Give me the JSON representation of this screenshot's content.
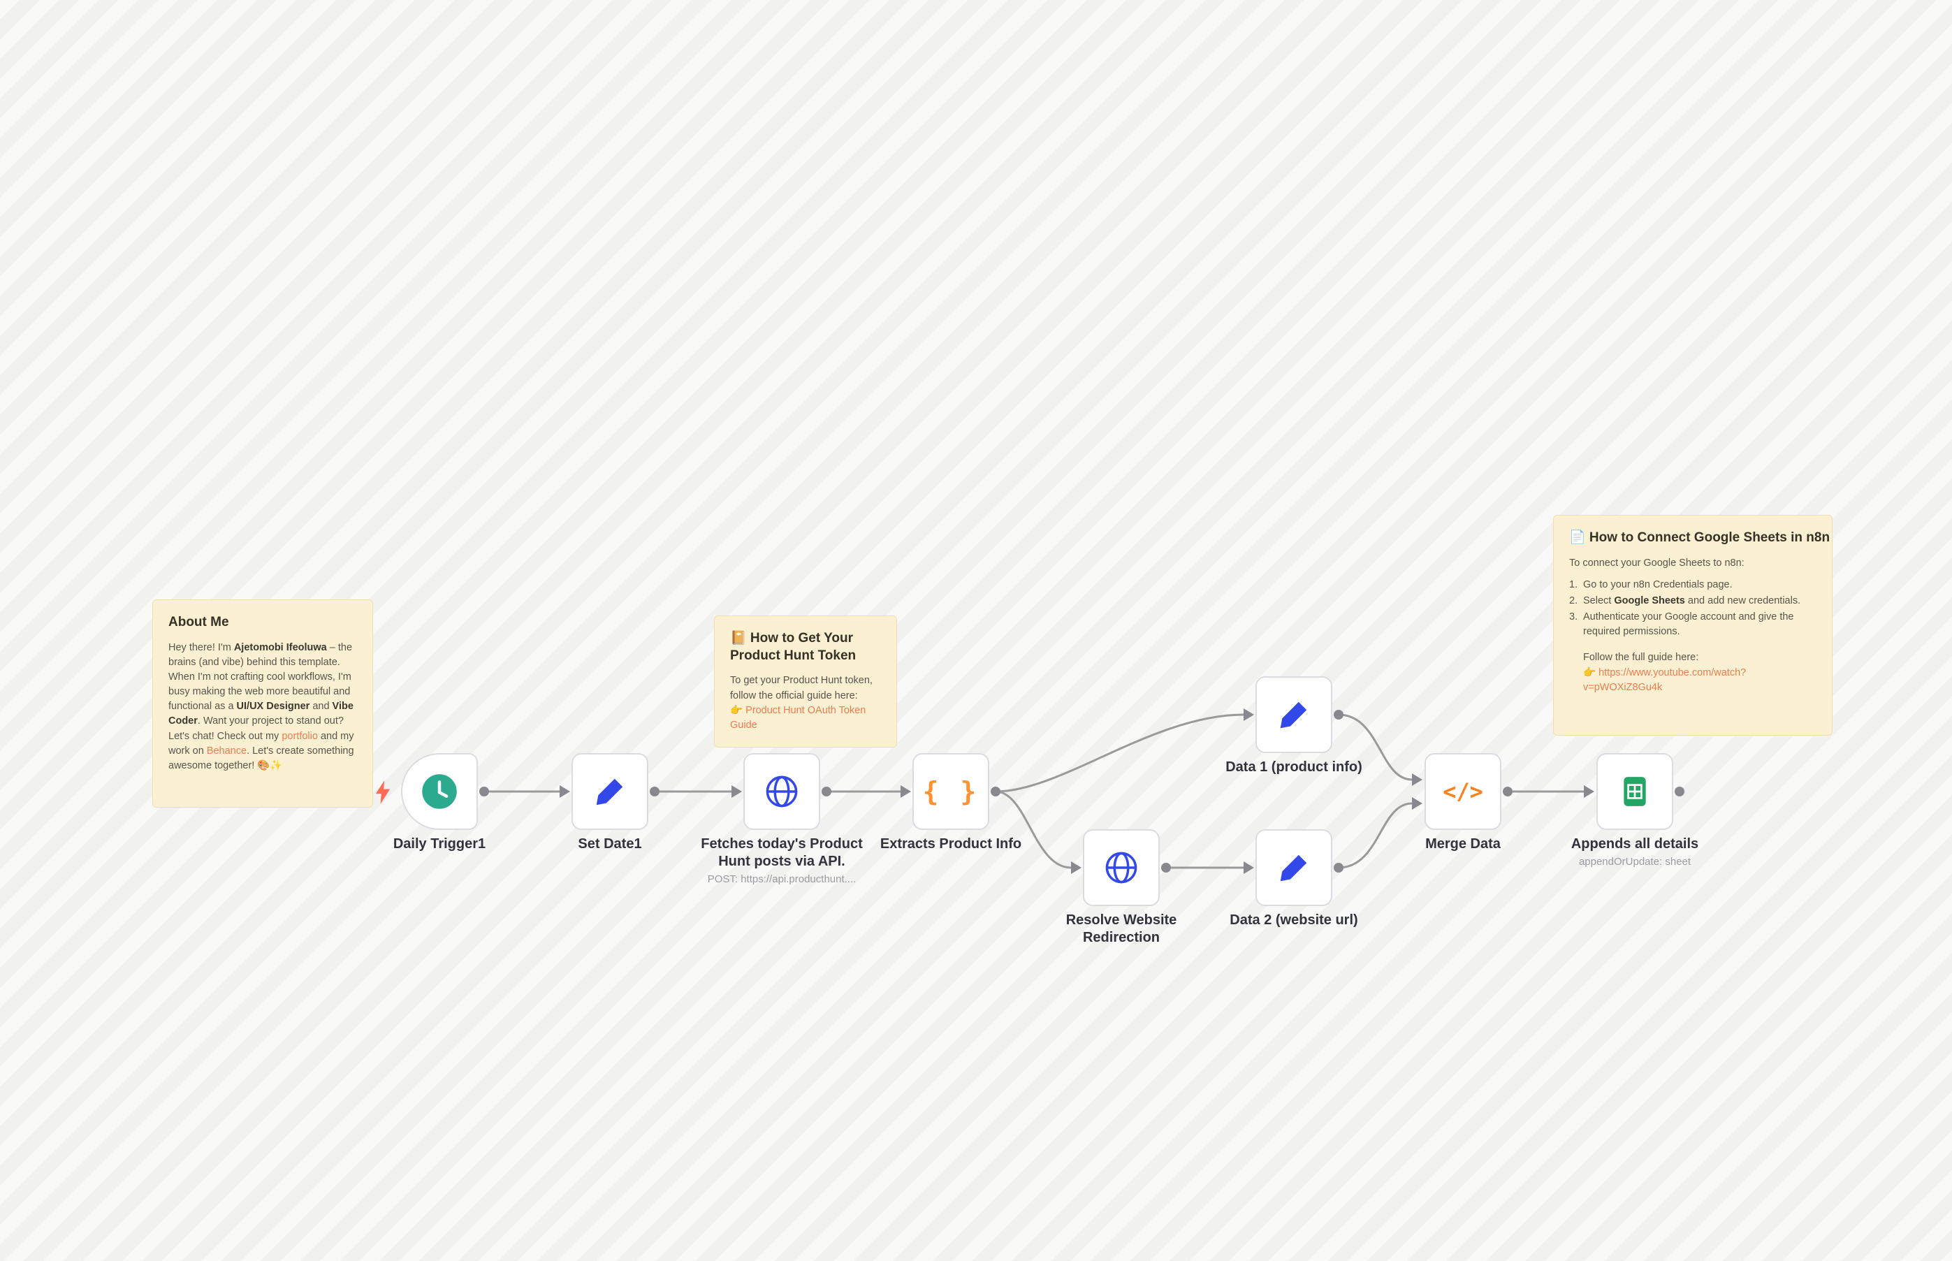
{
  "colors": {
    "canvas_base": "#f1f1ef",
    "sticky_bg": "#FBF0D2",
    "sticky_border": "#EEDFAE",
    "link_orange": "#F07C4F",
    "node_border": "#DADCE0",
    "wire_gray": "#9A9A9A",
    "teal": "#2BAA8E",
    "blue": "#3348E8",
    "orange": "#FF9232",
    "orange_deep": "#F9821E",
    "sheets_green": "#23A566",
    "bolt_red": "#FF6B57",
    "label_dark": "#32323C"
  },
  "stickies": {
    "about": {
      "title": "About Me",
      "r1": "Hey there! I'm ",
      "r2": "Ajetomobi Ifeoluwa",
      "r3": " – the brains (and vibe) behind this template. When I'm not crafting cool workflows, I'm busy making the web more beautiful and functional as a ",
      "r4": "UI/UX Designer",
      "r5": " and ",
      "r6": "Vibe Coder",
      "r7": ". Want your project to stand out? Let's chat! Check out my ",
      "r8": "portfolio",
      "r9": " and my work on ",
      "r10": "Behance",
      "r11": ". Let's create something awesome together! 🎨✨"
    },
    "ph": {
      "title": "📔 How to Get Your Product Hunt Token",
      "body": "To get your Product Hunt token, follow the official guide here:",
      "link": "👉 Product Hunt OAuth Token Guide"
    },
    "sheets": {
      "title": "📄 How to Connect Google Sheets in n8n",
      "intro": "To connect your Google Sheets to n8n:",
      "step1_num": "1.",
      "step1": "Go to your n8n Credentials page.",
      "step2_num": "2.",
      "step2_pre": "Select ",
      "step2_bold": "Google Sheets",
      "step2_post": " and add new credentials.",
      "step3_num": "3.",
      "step3": "Authenticate your Google account and give the required permissions.",
      "follow": "Follow the full guide here:",
      "link": "👉 https://www.youtube.com/watch?v=pWOXiZ8Gu4k"
    }
  },
  "nodes": {
    "daily": {
      "name": "Daily Trigger1",
      "icon": "clock-icon"
    },
    "set": {
      "name": "Set Date1",
      "icon": "pencil-icon"
    },
    "fetch": {
      "name": "Fetches today's Product Hunt posts via API.",
      "subtitle": "POST: https://api.producthunt....",
      "icon": "globe-icon"
    },
    "extract": {
      "name": "Extracts Product Info",
      "icon": "curly-braces-icon",
      "glyph": "{ }"
    },
    "data1": {
      "name": "Data 1 (product info)",
      "icon": "pencil-icon"
    },
    "resolve": {
      "name": "Resolve Website Redirection",
      "icon": "globe-icon"
    },
    "data2": {
      "name": "Data 2 (website url)",
      "icon": "pencil-icon"
    },
    "merge": {
      "name": "Merge Data",
      "icon": "code-icon",
      "glyph": "</>"
    },
    "append": {
      "name": "Appends all details",
      "subtitle": "appendOrUpdate: sheet",
      "icon": "spreadsheet-icon"
    }
  }
}
